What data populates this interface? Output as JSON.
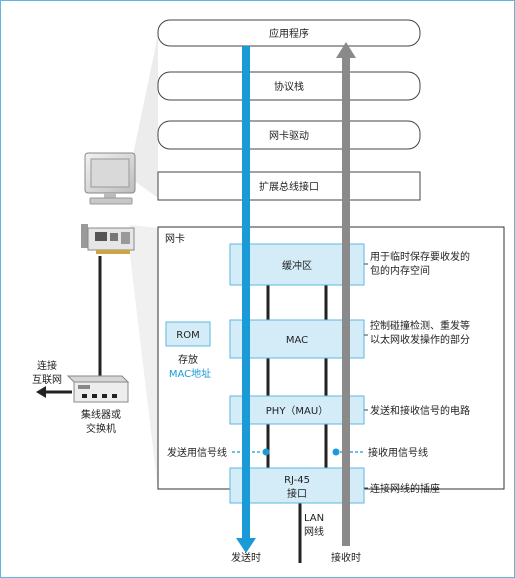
{
  "layers": {
    "app": "应用程序",
    "stack": "协议栈",
    "driver": "网卡驱动",
    "bus": "扩展总线接口"
  },
  "nic": {
    "title": "网卡",
    "buffer": "缓冲区",
    "buffer_note_1": "用于临时保存要收发的",
    "buffer_note_2": "包的内存空间",
    "mac": "MAC",
    "mac_note_1": "控制碰撞检测、重发等",
    "mac_note_2": "以太网收发操作的部分",
    "phy": "PHY（MAU）",
    "phy_note": "发送和接收信号的电路",
    "rom": "ROM",
    "rom_note_1": "存放",
    "rom_note_2": "MAC地址",
    "send_line": "发送用信号线",
    "recv_line": "接收用信号线",
    "rj45_1": "RJ-45",
    "rj45_2": "接口",
    "rj45_note": "连接网线的插座"
  },
  "external": {
    "internet_1": "连接",
    "internet_2": "互联网",
    "hub_1": "集线器或",
    "hub_2": "交换机",
    "lan_1": "LAN",
    "lan_2": "网线",
    "send_time": "发送时",
    "recv_time": "接收时"
  },
  "colors": {
    "accent_blue": "#1a9ad6",
    "box_fill": "#d3ecf8",
    "recv_arrow": "#8a8a8a",
    "frame": "#5fb7e0"
  }
}
